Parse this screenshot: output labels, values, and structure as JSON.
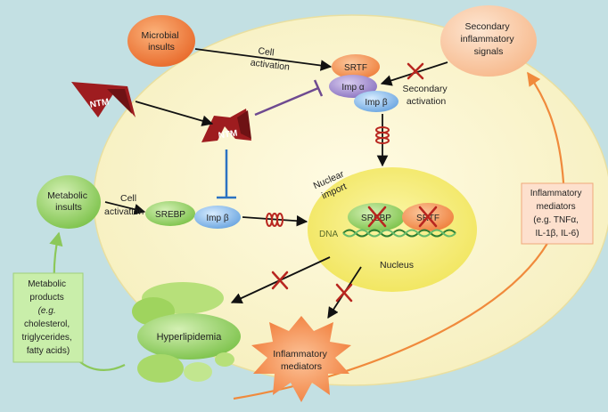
{
  "nodes": {
    "microbial_insults": [
      "Microbial",
      "insults"
    ],
    "secondary_signals": [
      "Secondary",
      "inflammatory",
      "signals"
    ],
    "ntm_outer": "NTM",
    "ntm_inner": "NTM",
    "srtf": "SRTF",
    "imp_alpha": "Imp α",
    "imp_beta_top": "Imp β",
    "metabolic_insults": [
      "Metabolic",
      "insults"
    ],
    "srebp": "SREBP",
    "imp_beta_left": "Imp β",
    "nuclear_srebp": "SREBP",
    "nuclear_srtf": "SRTF",
    "dna": "DNA",
    "nucleus": "Nucleus",
    "hyperlipidemia": "Hyperlipidemia",
    "inflammatory_mediators": [
      "Inflammatory",
      "mediators"
    ]
  },
  "edge_labels": {
    "cell_activation_top": [
      "Cell",
      "activation"
    ],
    "secondary_activation": [
      "Secondary",
      "activation"
    ],
    "cell_activation_left": [
      "Cell",
      "activation"
    ],
    "nuclear_import": [
      "Nuclear",
      "import"
    ]
  },
  "boxes": {
    "metabolic_products": [
      "Metabolic",
      "products",
      "(e.g.",
      "cholesterol,",
      "triglycerides,",
      "fatty acids)"
    ],
    "inflammatory_mediators_box": [
      "Inflammatory",
      "mediators",
      "(e.g. TNFα,",
      "IL-1β, IL-6)"
    ]
  },
  "colors": {
    "background": "#c3e0e3",
    "cell": "#fbf6cf",
    "nucleus": "#f6ee74",
    "ntm": "#9e1c1f",
    "microbial": "#ef7a35",
    "secondary": "#fbd4b4",
    "metabolic": "#9dd46a",
    "imp": "#7cb2e6",
    "imp_alpha": "#9a86c8",
    "block_cross": "#b8261f",
    "inhibit_blue": "#2b72c2",
    "inhibit_purple": "#6e4a90",
    "feedback_orange": "#f08a3c",
    "feedback_green": "#8cc85a"
  }
}
